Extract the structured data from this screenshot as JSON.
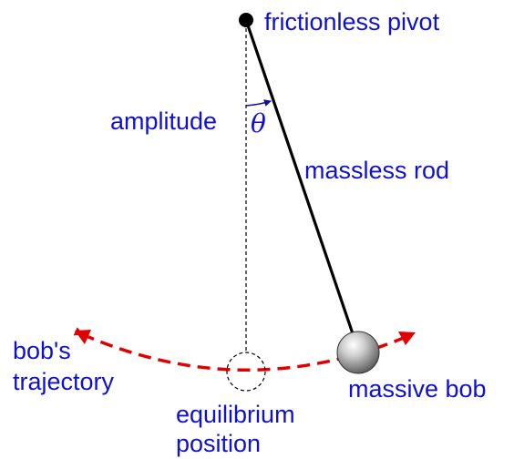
{
  "labels": {
    "pivot": "frictionless pivot",
    "amplitude": "amplitude",
    "theta": "θ",
    "rod": "massless rod",
    "trajectory_line1": "bob's",
    "trajectory_line2": "trajectory",
    "equilibrium_line1": "equilibrium",
    "equilibrium_line2": "position",
    "bob": "massive bob"
  },
  "colors": {
    "label_text": "#1010d0",
    "trajectory": "#e00000",
    "rod": "#000000",
    "bob_fill": "#8a8a8a"
  }
}
